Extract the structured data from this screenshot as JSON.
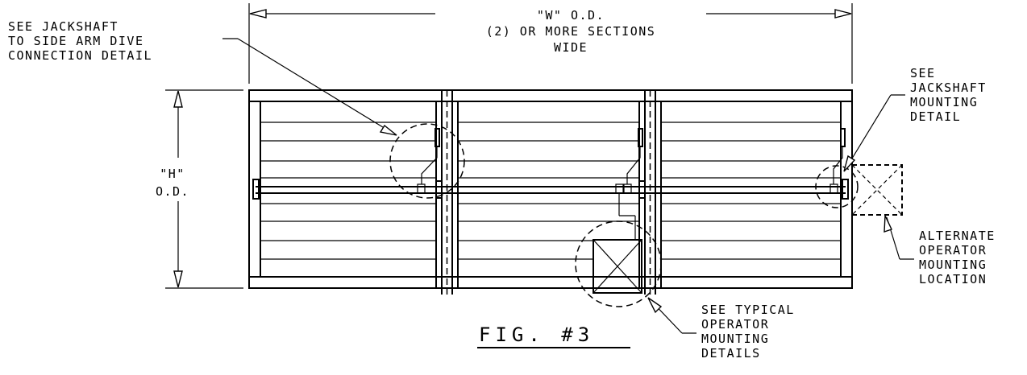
{
  "dimensions": {
    "width_line1": "\"W\" O.D.",
    "width_line2": "(2) OR MORE SECTIONS",
    "width_line3": "WIDE",
    "height_line1": "\"H\"",
    "height_line2": "O.D."
  },
  "callouts": {
    "side_arm": [
      "SEE JACKSHAFT",
      "TO SIDE ARM DIVE",
      "CONNECTION DETAIL"
    ],
    "jackshaft_mounting": [
      "SEE",
      "JACKSHAFT",
      "MOUNTING",
      "DETAIL"
    ],
    "alternate_operator": [
      "ALTERNATE",
      "OPERATOR",
      "MOUNTING",
      "LOCATION"
    ],
    "typical_operator": [
      "SEE TYPICAL",
      "OPERATOR",
      "MOUNTING",
      "DETAILS"
    ]
  },
  "figure_label": "FIG. #3"
}
